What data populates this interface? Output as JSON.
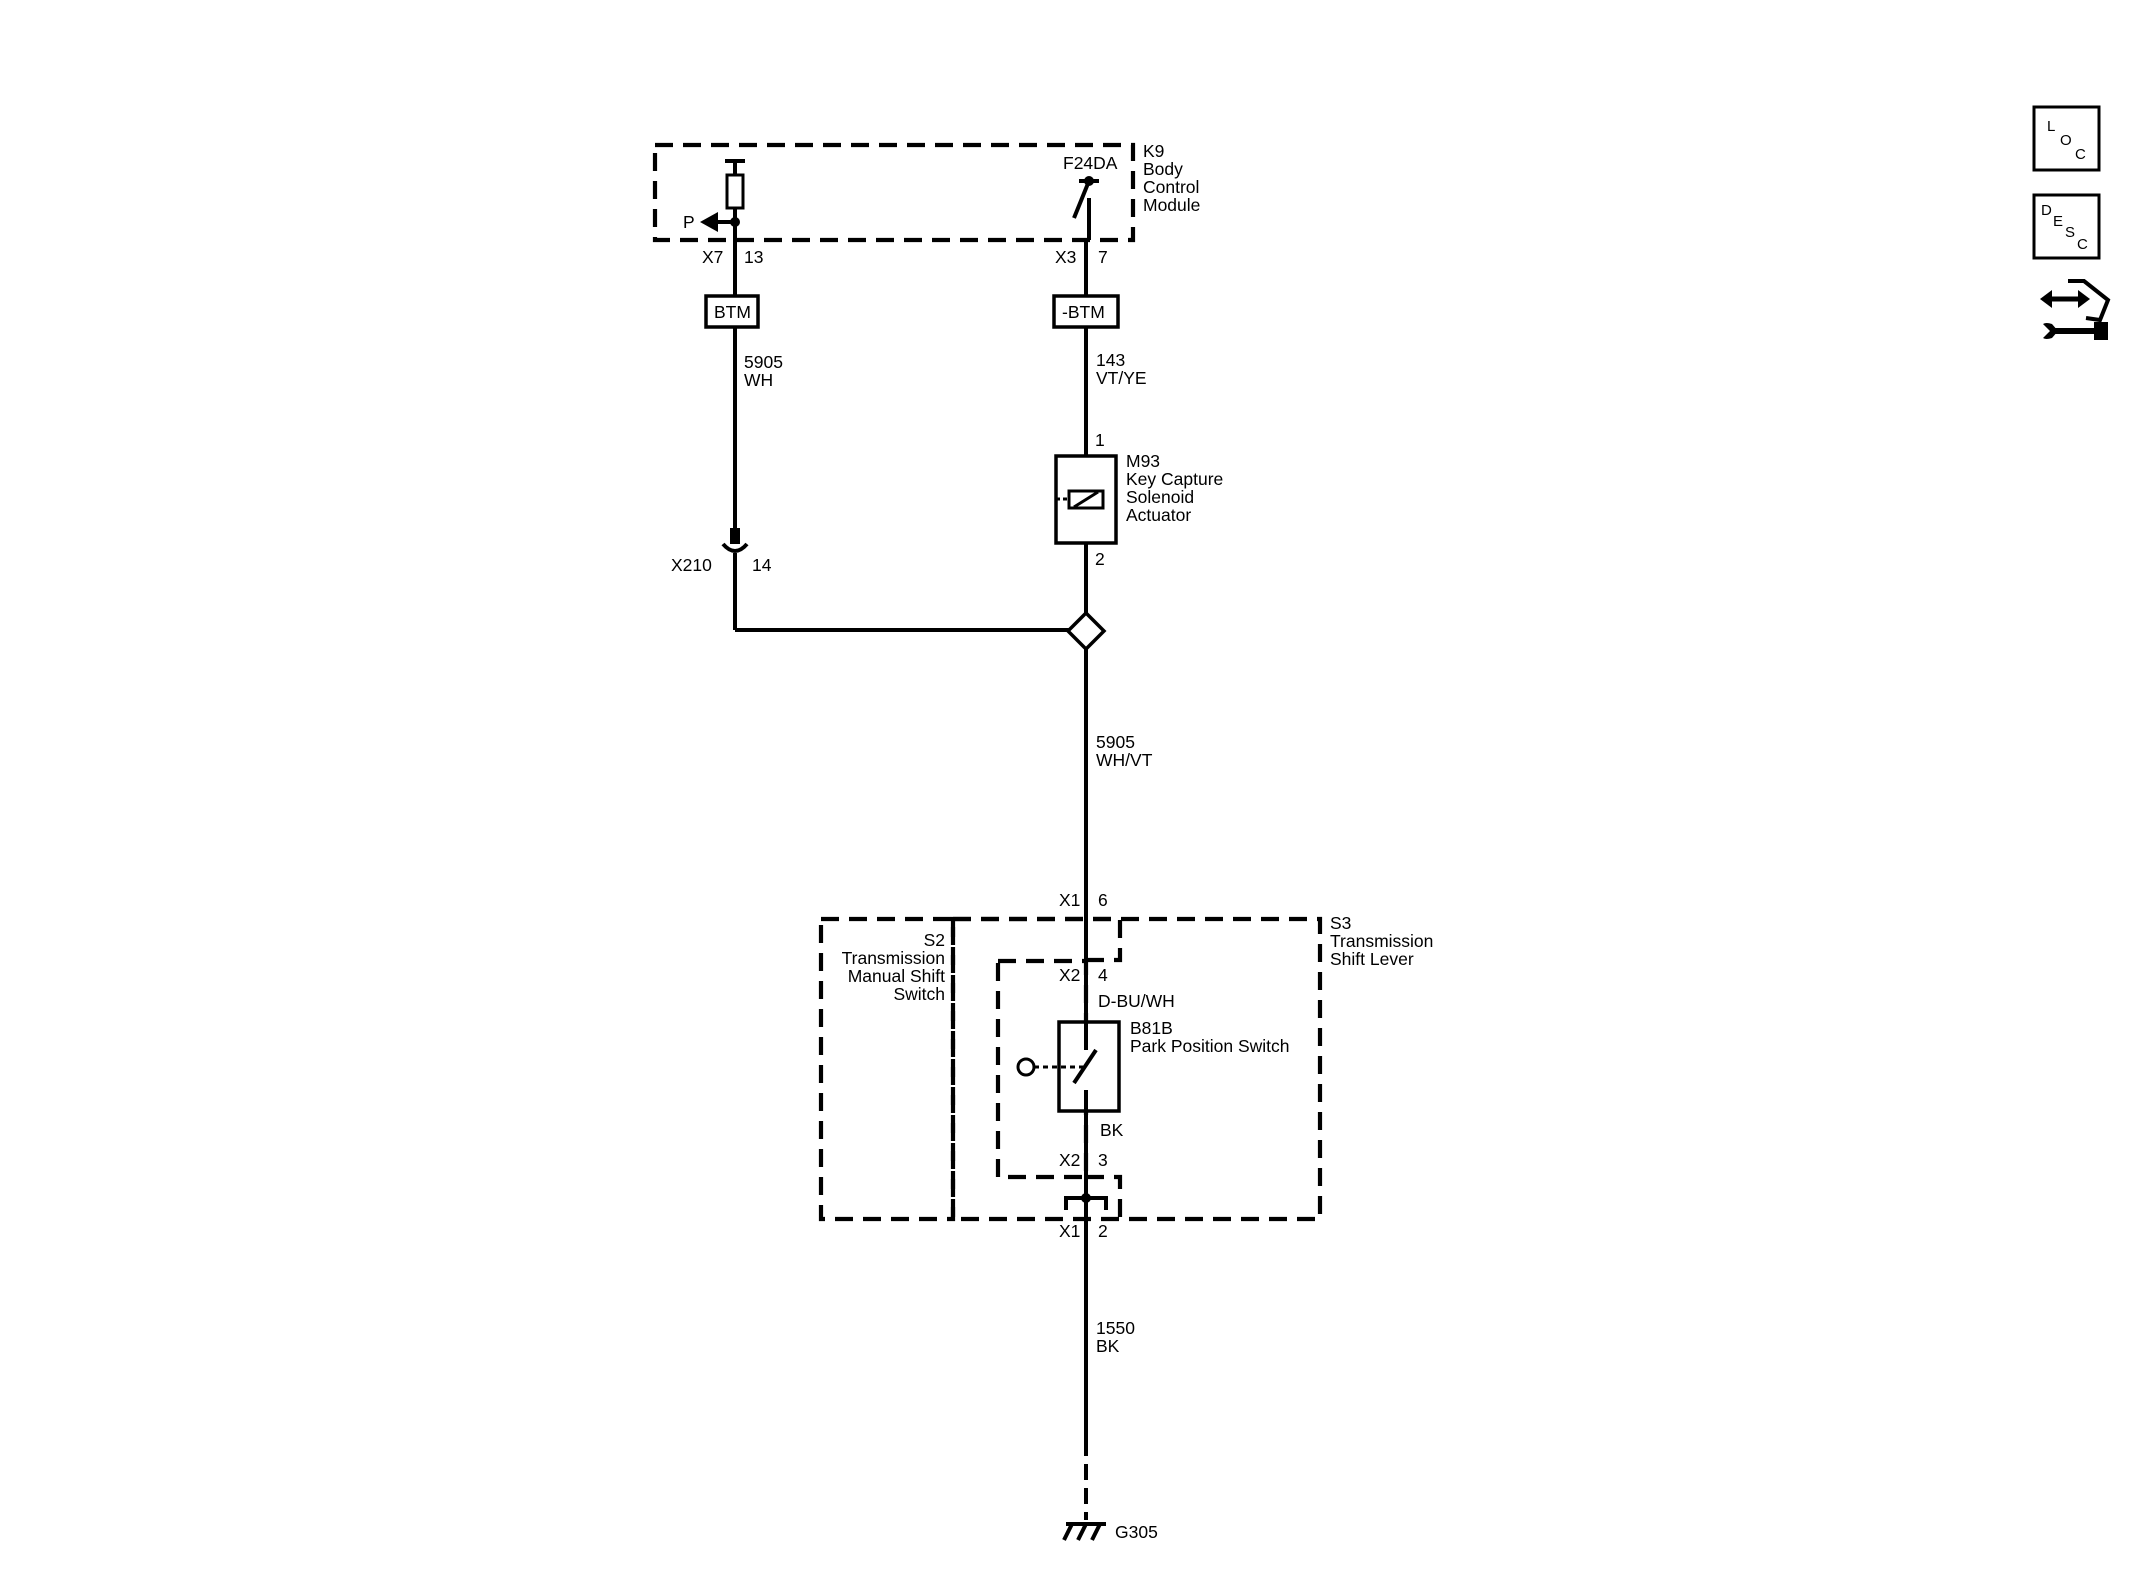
{
  "module_k9": {
    "ref": "K9",
    "name_lines": [
      "Body",
      "Control",
      "Module"
    ]
  },
  "k9_left": {
    "arrow_label": "P",
    "connector": "X7",
    "pin": "13",
    "splice": "BTM"
  },
  "k9_right": {
    "fuse": "F24DA",
    "connector": "X3",
    "pin": "7",
    "splice": "-BTM"
  },
  "wire_left": {
    "circuit": "5905",
    "color": "WH"
  },
  "wire_right": {
    "circuit": "143",
    "color": "VT/YE"
  },
  "inline_connector": {
    "ref": "X210",
    "pin": "14"
  },
  "solenoid": {
    "ref": "M93",
    "name_lines": [
      "Key Capture",
      "Solenoid",
      "Actuator"
    ],
    "pin_top": "1",
    "pin_bottom": "2"
  },
  "wire_main": {
    "circuit": "5905",
    "color": "WH/VT"
  },
  "shift_lever": {
    "ref": "S3",
    "name_lines": [
      "Transmission",
      "Shift Lever"
    ],
    "connector_top": "X1",
    "pin_top": "6",
    "connector_bottom": "X1",
    "pin_bottom": "2"
  },
  "manual_switch": {
    "ref": "S2",
    "name_lines": [
      "Transmission",
      "Manual Shift",
      "Switch"
    ]
  },
  "park_switch": {
    "ref": "B81B",
    "name": "Park Position Switch",
    "connector_top": "X2",
    "pin_top": "4",
    "wire_top": "D-BU/WH",
    "wire_bottom": "BK",
    "connector_bottom": "X2",
    "pin_bottom": "3"
  },
  "wire_ground": {
    "circuit": "1550",
    "color": "BK"
  },
  "ground": {
    "ref": "G305"
  },
  "nav": {
    "loc": [
      "L",
      "O",
      "C"
    ],
    "desc": [
      "D",
      "E",
      "S",
      "C"
    ]
  }
}
